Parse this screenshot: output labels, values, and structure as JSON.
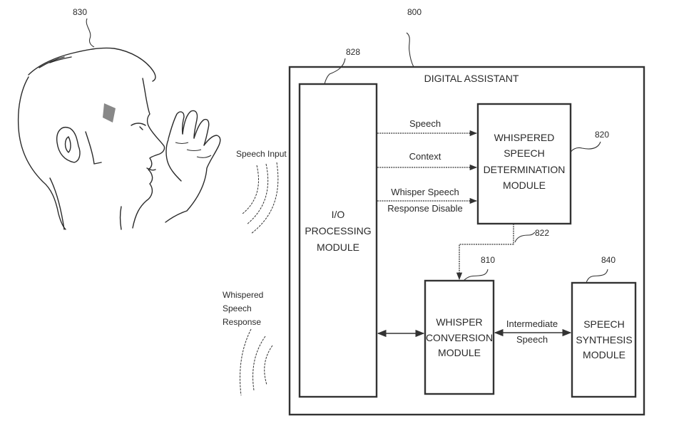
{
  "diagram": {
    "system": {
      "ref": "800",
      "title": "DIGITAL ASSISTANT"
    },
    "user": {
      "ref": "830",
      "speech_input_label": "Speech Input",
      "response_label_lines": [
        "Whispered",
        "Speech",
        "Response"
      ]
    },
    "modules": {
      "io": {
        "ref": "828",
        "lines": [
          "I/O",
          "PROCESSING",
          "MODULE"
        ]
      },
      "whispered_speech_determination": {
        "ref": "820",
        "lines": [
          "WHISPERED",
          "SPEECH",
          "DETERMINATION",
          "MODULE"
        ]
      },
      "whisper_conversion": {
        "ref": "810",
        "lines": [
          "WHISPER",
          "CONVERSION",
          "MODULE"
        ]
      },
      "speech_synthesis": {
        "ref": "840",
        "lines": [
          "SPEECH",
          "SYNTHESIS",
          "MODULE"
        ]
      }
    },
    "connections": {
      "speech": "Speech",
      "context": "Context",
      "whisper_disable_lines": [
        "Whisper Speech",
        "Response Disable"
      ],
      "determination_output_ref": "822",
      "intermediate_lines": [
        "Intermediate",
        "Speech"
      ]
    }
  }
}
